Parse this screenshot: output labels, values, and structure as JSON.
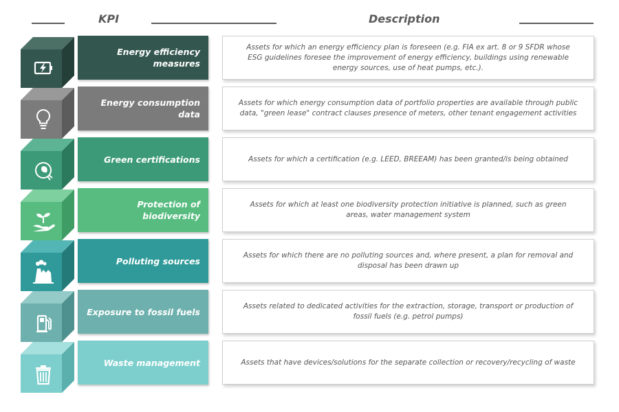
{
  "header": {
    "kpi_label": "KPI",
    "description_label": "Description"
  },
  "rows": [
    {
      "kpi": "Energy efficiency measures",
      "description": "Assets for which an energy efficiency plan is foreseen (e.g. FIA ex art. 8 or 9 SFDR whose ESG guidelines foresee the improvement of energy efficiency, buildings using renewable energy sources, use of heat pumps, etc.).",
      "icon": "battery-charging-icon",
      "color": "#33574e",
      "top_color": "#4c6f66",
      "side_color": "#243f38"
    },
    {
      "kpi": "Energy consumption data",
      "description": "Assets for which energy consumption data of portfolio properties are available through public data, \"green lease\" contract clauses presence of meters, other tenant engagement activities",
      "icon": "light-bulb-icon",
      "color": "#7b7b7b",
      "top_color": "#999999",
      "side_color": "#5c5c5c"
    },
    {
      "kpi": "Green certifications",
      "description": "Assets for which a certification (e.g. LEED, BREEAM) has been granted/is being obtained",
      "icon": "eco-plug-icon",
      "color": "#3c9a78",
      "top_color": "#5cb494",
      "side_color": "#2c7a5e"
    },
    {
      "kpi": "Protection of  biodiversity",
      "description": "Assets for which at least one biodiversity protection initiative is planned, such as green areas, water management system",
      "icon": "hand-sprout-icon",
      "color": "#58bc80",
      "top_color": "#7fd09f",
      "side_color": "#3f9c64"
    },
    {
      "kpi": "Polluting sources",
      "description": "Assets for which there are no polluting sources and, where present, a plan for removal and disposal has been drawn up",
      "icon": "factory-smoke-icon",
      "color": "#2f9a99",
      "top_color": "#54b6b4",
      "side_color": "#237a79"
    },
    {
      "kpi": "Exposure to fossil fuels",
      "description": "Assets related to dedicated activities for the extraction, storage, transport or production of fossil fuels (e.g. petrol pumps)",
      "icon": "fuel-pump-icon",
      "color": "#6db0ad",
      "top_color": "#94cbc8",
      "side_color": "#4f918e"
    },
    {
      "kpi": "Waste management",
      "description": "Assets that have devices/solutions for the separate collection or recovery/recycling of waste",
      "icon": "trash-bin-icon",
      "color": "#7dcfcd",
      "top_color": "#a6e0de",
      "side_color": "#5bb0ae"
    }
  ]
}
